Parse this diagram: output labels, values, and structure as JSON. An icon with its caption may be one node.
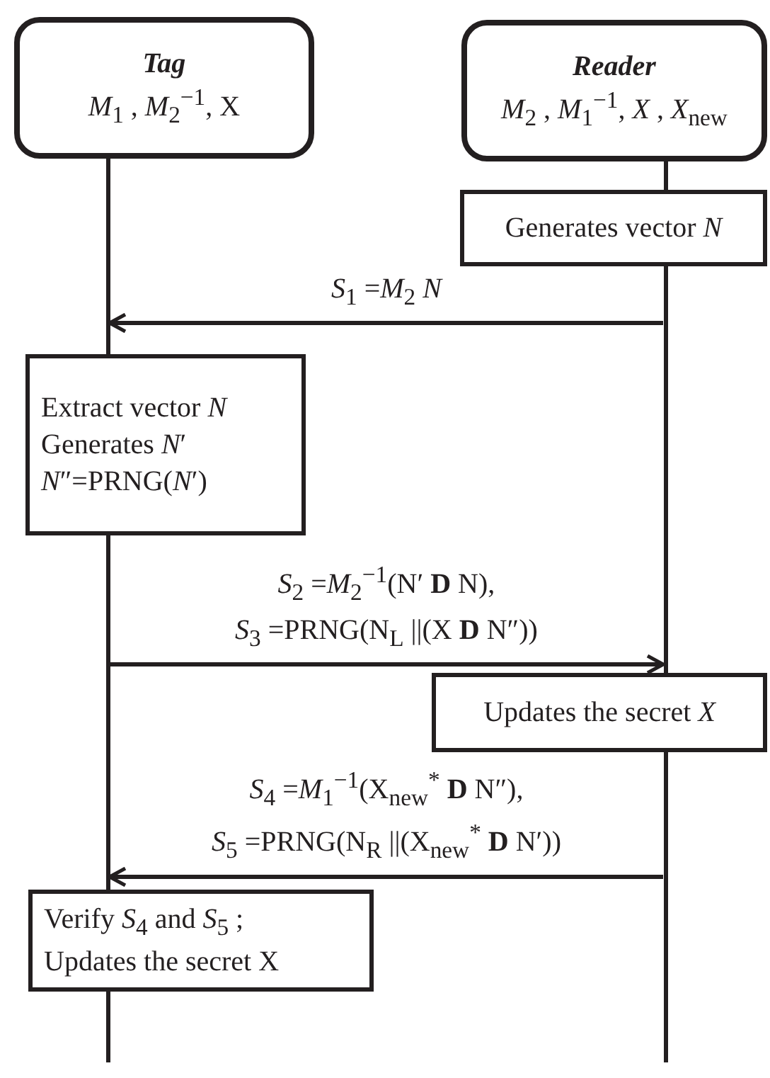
{
  "diagram": {
    "nodes": [
      {
        "text": [
          "Tag",
          "*M*$_{1}$ , *M*$_{2}$$^{−1}$, X"
        ]
      },
      {
        "text": [
          "Reader",
          "*M*$_{2}$ , *M*$_{1}$$^{−1}$, *X* , *X*$_{new}$"
        ]
      },
      {
        "text": [
          "Generates vector *N*"
        ]
      },
      {
        "text": [
          "Extract vector *N*",
          "Generates *N*′",
          "*N*″=PRNG(*N*′)"
        ]
      },
      {
        "text": [
          "Updates the secret *X*"
        ]
      },
      {
        "text": [
          "Verify *S*$_{4}$ and *S*$_{5}$ ;",
          "Updates the secret X"
        ]
      },
      {
        "text": [],
        "shape": "line"
      },
      {
        "text": [],
        "shape": "line"
      }
    ],
    "edges": [
      {
        "from": 7,
        "to": 6,
        "arrow": "to",
        "label": "*S*$_{1}$ =*M*$_{2}$ *N*"
      },
      {
        "from": 6,
        "to": 7,
        "arrow": "to",
        "label": "*S*$_{2}$ =*M*$_{2}$$^{−1}$(N′ **D** N), *S*$_{3}$ =PRNG(N$_{L}$ ||(X **D** N″))"
      },
      {
        "from": 7,
        "to": 6,
        "arrow": "to",
        "label": "*S*$_{4}$ =*M*$_{1}$$^{−1}$(X$_{new}$$^{*}$ **D** N″), *S*$_{5}$ =PRNG(N$_{R}$ ||(X$_{new}$$^{*}$ **D** N′))"
      }
    ]
  }
}
